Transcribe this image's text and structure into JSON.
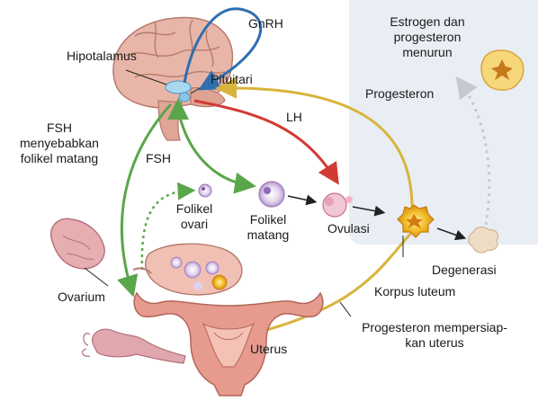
{
  "labels": {
    "gnrh": "GnRH",
    "hipotalamus": "Hipotalamus",
    "pituitari": "Pituitari",
    "lh": "LH",
    "fsh_left": "FSH\nmenyebabkan\nfolikel matang",
    "fsh": "FSH",
    "folikel_ovari": "Folikel\novari",
    "folikel_matang": "Folikel\nmatang",
    "ovulasi": "Ovulasi",
    "estrogen": "Estrogen dan\nprogesteron\nmenurun",
    "progesteron": "Progesteron",
    "degenerasi": "Degenerasi",
    "korpus_luteum": "Korpus luteum",
    "ovarium": "Ovarium",
    "uterus": "Uterus",
    "progesteron_uterus": "Progesteron mempersiap-\nkan uterus"
  },
  "colors": {
    "gnrh_arrow": "#2f6fb0",
    "lh_arrow": "#d23a34",
    "fsh_arrow": "#5aa64a",
    "progesteron_arrow": "#d8b43c",
    "panel_bg": "#e9eef5",
    "brain": "#e8b6a8",
    "uterus": "#e79a8e",
    "korpus": "#f2b92b"
  }
}
